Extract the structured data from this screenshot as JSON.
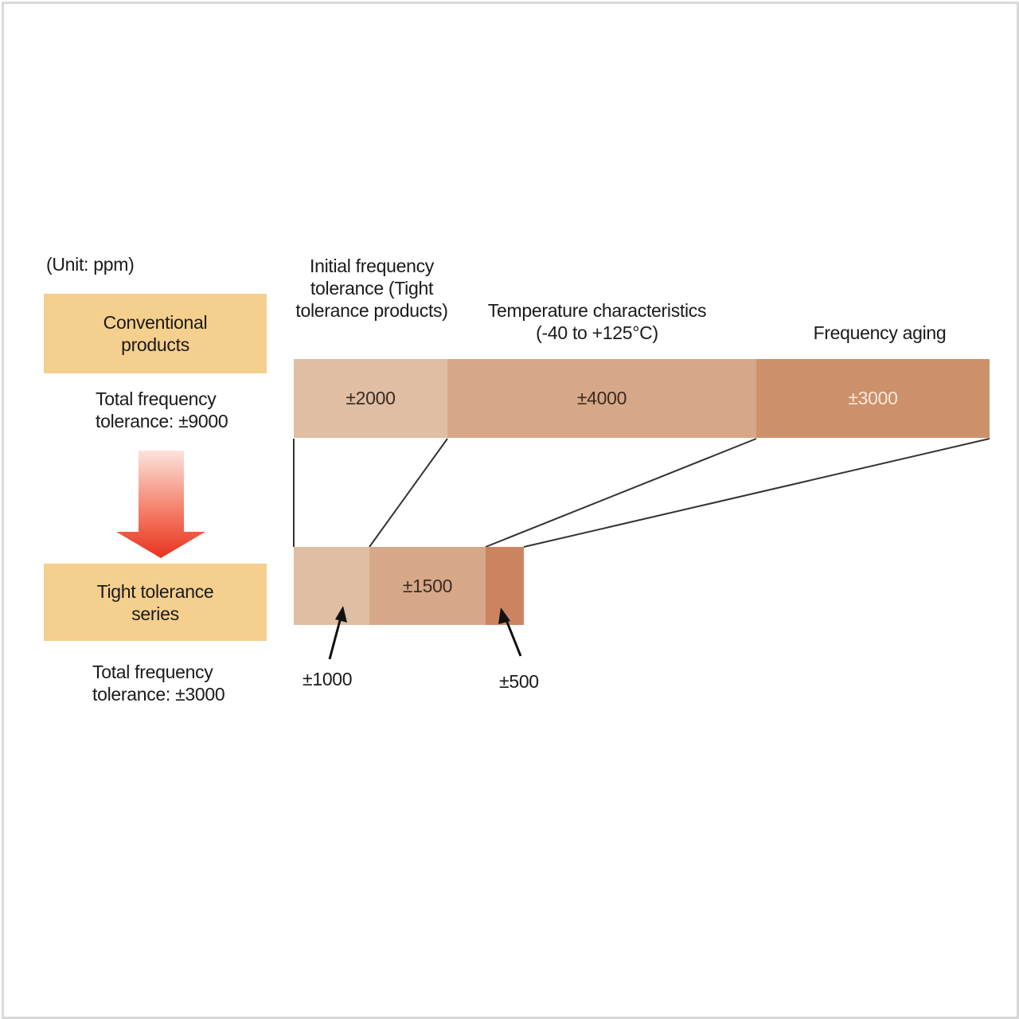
{
  "unit_label": "(Unit: ppm)",
  "headers": {
    "initial": "Initial frequency tolerance (Tight tolerance products)",
    "temperature": "Temperature characteristics (-40 to +125°C)",
    "aging": "Frequency aging"
  },
  "conventional": {
    "label": "Conventional products",
    "total": "Total frequency tolerance: ±9000",
    "segments": [
      {
        "label": "±2000",
        "value": 2000
      },
      {
        "label": "±4000",
        "value": 4000
      },
      {
        "label": "±3000",
        "value": 3000
      }
    ]
  },
  "tight": {
    "label": "Tight tolerance series",
    "total": "Total frequency tolerance: ±3000",
    "segments": [
      {
        "label": "±1000",
        "value": 1000
      },
      {
        "label": "±1500",
        "value": 1500
      },
      {
        "label": "±500",
        "value": 500
      }
    ]
  },
  "colors": {
    "label_box": "#f5cf8e",
    "initial": "#dfbea3",
    "temperature": "#d7a888",
    "aging": "#cc916a",
    "arrow_top": "#fbe0da",
    "arrow_bottom": "#e8321e"
  }
}
